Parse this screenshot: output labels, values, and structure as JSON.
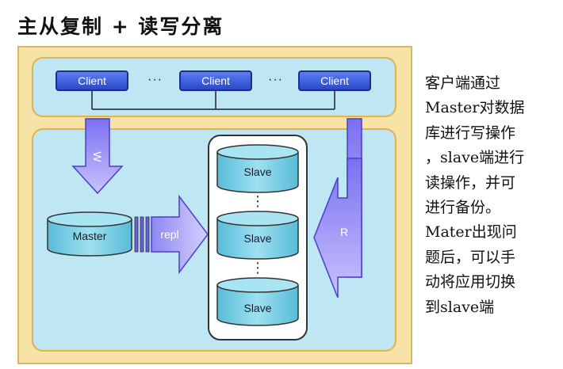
{
  "title": "主从复制 + 读写分离",
  "clients": [
    "Client",
    "Client",
    "Client"
  ],
  "ellipsis": "···",
  "master_label": "Master",
  "repl_label": "repl",
  "write_label": "W",
  "read_label": "R",
  "slaves": [
    "Slave",
    "Slave",
    "Slave"
  ],
  "vertical_dots": "⋮",
  "description": "客户端通过\nMaster对数据\n库进行写操作\n，slave端进行\n读操作，并可\n进行备份。\nMater出现问\n题后，可以手\n动将应用切换\n到slave端",
  "colors": {
    "outer_bg": "#f7e3a6",
    "panel_bg": "#bfe6f3",
    "panel_border": "#e3b24a",
    "client_button": "#2a48c8",
    "cylinder_fill": "#7fd0e6",
    "arrow_fill": "#6a5fe0"
  }
}
